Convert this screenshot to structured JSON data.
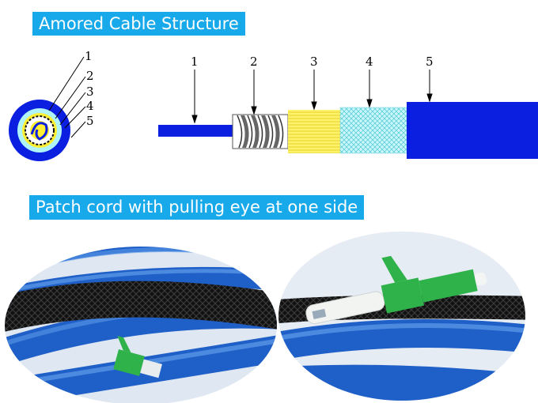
{
  "header": {
    "title": "Amored Cable Structure"
  },
  "section2": {
    "title": "Patch cord with pulling eye at one side"
  },
  "cross_section": {
    "labels": [
      "1",
      "2",
      "3",
      "4",
      "5"
    ]
  },
  "side_view": {
    "labels": [
      "1",
      "2",
      "3",
      "4",
      "5"
    ]
  },
  "colors": {
    "banner": "#18a9ea",
    "jacket_blue": "#0a1fe0",
    "aramid_yellow": "#fff033",
    "mesh_cyan": "#aef3f8",
    "connector_green": "#2fb24a",
    "cable_blue": "#1f5fc8"
  },
  "photos": [
    {
      "name": "coiled-patch-cord",
      "icon": "photo"
    },
    {
      "name": "lc-connector-closeup",
      "icon": "photo"
    }
  ]
}
